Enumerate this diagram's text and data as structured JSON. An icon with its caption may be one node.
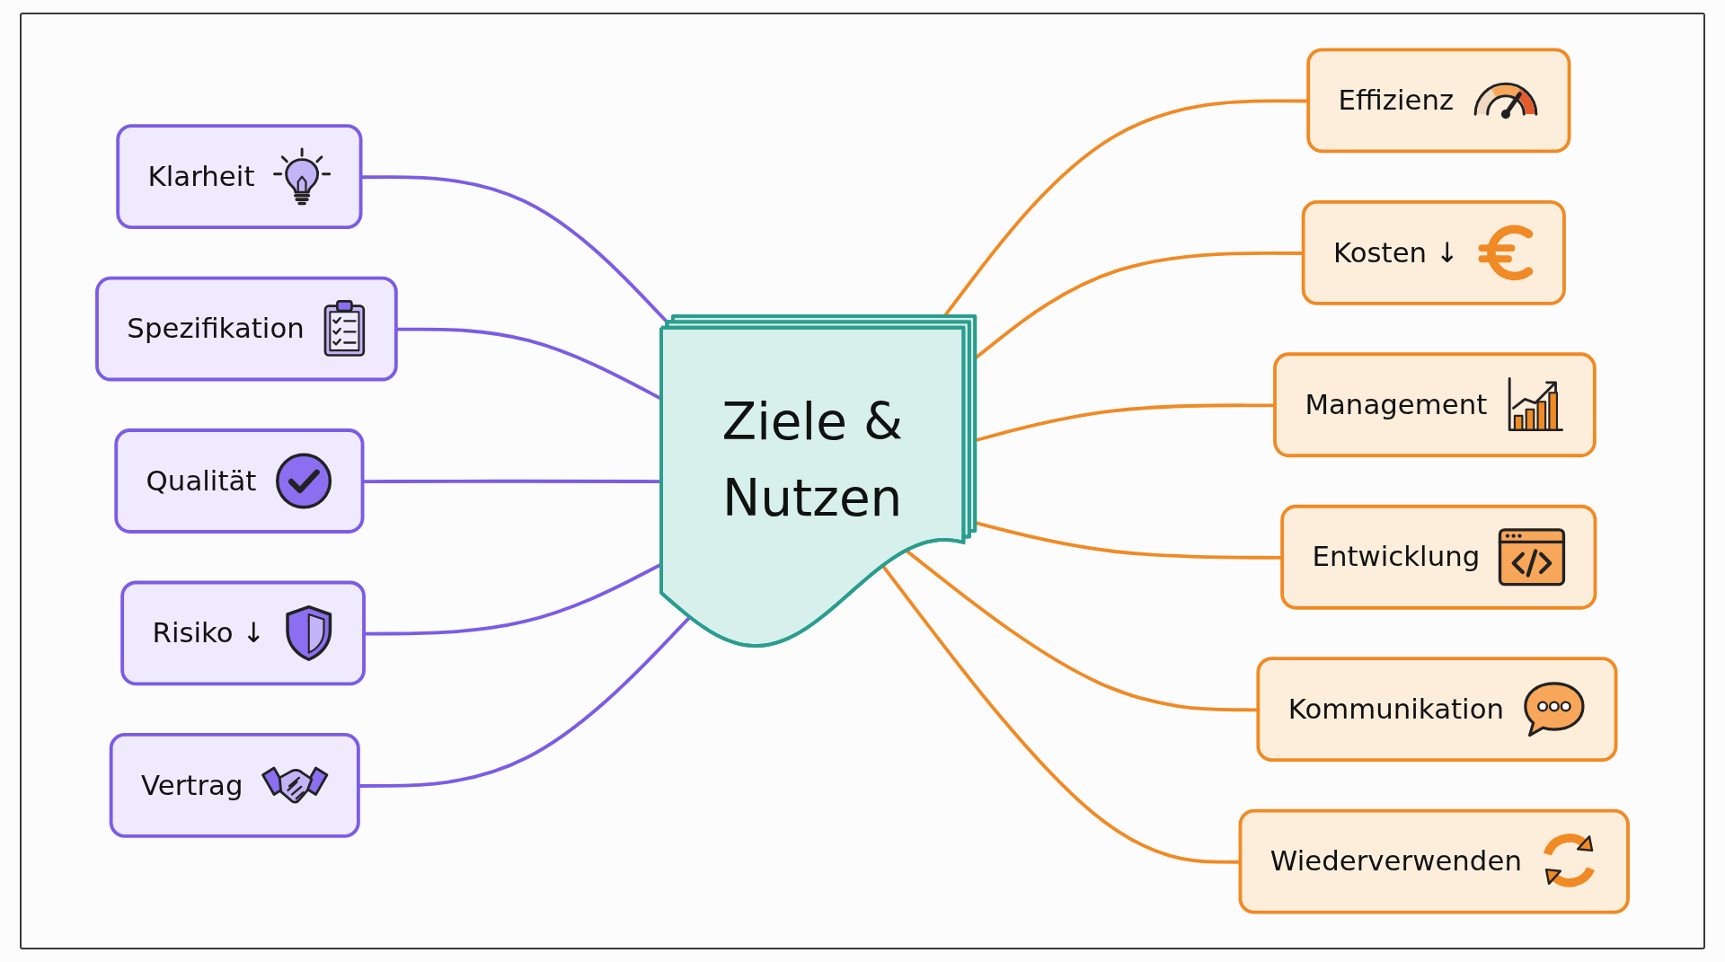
{
  "diagram": {
    "nodes": [
      {
        "text": [
          "Ziele & Nutzen"
        ]
      },
      {
        "text": [
          "Klarheit"
        ]
      },
      {
        "text": [
          "Spezifikation"
        ]
      },
      {
        "text": [
          "Qualität"
        ]
      },
      {
        "text": [
          "Risiko ↓"
        ]
      },
      {
        "text": [
          "Vertrag"
        ]
      },
      {
        "text": [
          "Effizienz"
        ]
      },
      {
        "text": [
          "Kosten ↓"
        ]
      },
      {
        "text": [
          "Management"
        ]
      },
      {
        "text": [
          "Entwicklung"
        ]
      },
      {
        "text": [
          "Kommunikation"
        ]
      },
      {
        "text": [
          "Wiederverwenden"
        ]
      }
    ],
    "edges": [
      {
        "from": 1,
        "to": 0,
        "arrow": "none",
        "color": "#7b5ce5"
      },
      {
        "from": 2,
        "to": 0,
        "arrow": "none",
        "color": "#7b5ce5"
      },
      {
        "from": 3,
        "to": 0,
        "arrow": "none",
        "color": "#7b5ce5"
      },
      {
        "from": 4,
        "to": 0,
        "arrow": "none",
        "color": "#7b5ce5"
      },
      {
        "from": 5,
        "to": 0,
        "arrow": "none",
        "color": "#7b5ce5"
      },
      {
        "from": 0,
        "to": 6,
        "arrow": "none",
        "color": "#f08a24"
      },
      {
        "from": 0,
        "to": 7,
        "arrow": "none",
        "color": "#f08a24"
      },
      {
        "from": 0,
        "to": 8,
        "arrow": "none",
        "color": "#f08a24"
      },
      {
        "from": 0,
        "to": 9,
        "arrow": "none",
        "color": "#f08a24"
      },
      {
        "from": 0,
        "to": 10,
        "arrow": "none",
        "color": "#f08a24"
      },
      {
        "from": 0,
        "to": 11,
        "arrow": "none",
        "color": "#f08a24"
      }
    ]
  }
}
